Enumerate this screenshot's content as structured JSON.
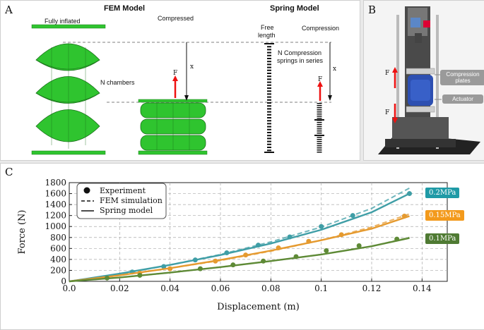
{
  "panels": {
    "a": "A",
    "b": "B",
    "c": "C"
  },
  "panel_a": {
    "fem_title": "FEM Model",
    "spring_title": "Spring Model",
    "fully_inflated": "Fully inflated",
    "compressed": "Compressed",
    "n_chambers": "N chambers",
    "free_length_1": "Free",
    "free_length_2": "length",
    "compression": "Compression",
    "springs_1": "N Compression",
    "springs_2": "springs in series",
    "force": "F",
    "displacement": "x"
  },
  "panel_b": {
    "force": "F",
    "compression_plates_1": "Compression",
    "compression_plates_2": "plates",
    "actuator": "Actuator"
  },
  "colors": {
    "fem_green": "#2fc42f",
    "series_02": "#3f9ea6",
    "series_015": "#e59a2f",
    "series_01": "#5e8a36",
    "badge_02": "#1f9aa6",
    "badge_015": "#f39a1c",
    "badge_01": "#4f7a33"
  },
  "chart_data": {
    "type": "line",
    "xlabel": "Displacement (m)",
    "ylabel": "Force (N)",
    "xlim": [
      0,
      0.15
    ],
    "ylim": [
      0,
      1800
    ],
    "xticks": [
      0.0,
      0.02,
      0.04,
      0.06,
      0.08,
      0.1,
      0.12,
      0.14
    ],
    "xtick_labels": [
      "0.0",
      "0.02",
      "0.04",
      "0.06",
      "0.08",
      "0.1",
      "0.12",
      "0.14"
    ],
    "yticks": [
      0,
      200,
      400,
      600,
      800,
      1000,
      1200,
      1400,
      1600,
      1800
    ],
    "grid": true,
    "legend": {
      "placement": "top-left",
      "entries": [
        "Experiment",
        "FEM simulation",
        "Spring model"
      ]
    },
    "series": [
      {
        "name": "0.2MPa",
        "color": "#3f9ea6",
        "experiment_x": [
          0.025,
          0.0375,
          0.05,
          0.0625,
          0.075,
          0.0875,
          0.1,
          0.1125,
          0.135
        ],
        "experiment_y": [
          170,
          270,
          390,
          520,
          660,
          810,
          1000,
          1200,
          1600
        ],
        "fem_x": [
          0.0,
          0.02,
          0.04,
          0.06,
          0.08,
          0.1,
          0.12,
          0.135
        ],
        "fem_y": [
          0,
          130,
          300,
          490,
          720,
          990,
          1330,
          1700
        ],
        "model_x": [
          0.0,
          0.02,
          0.04,
          0.06,
          0.08,
          0.1,
          0.12,
          0.135
        ],
        "model_y": [
          0,
          140,
          300,
          480,
          690,
          940,
          1260,
          1600
        ]
      },
      {
        "name": "0.15MPa",
        "color": "#e59a2f",
        "experiment_x": [
          0.028,
          0.04,
          0.058,
          0.07,
          0.083,
          0.095,
          0.108,
          0.133
        ],
        "experiment_y": [
          150,
          230,
          370,
          480,
          610,
          730,
          850,
          1190
        ],
        "fem_x": [
          0.0,
          0.02,
          0.04,
          0.06,
          0.08,
          0.1,
          0.12,
          0.135
        ],
        "fem_y": [
          0,
          110,
          240,
          380,
          550,
          750,
          990,
          1230
        ],
        "model_x": [
          0.0,
          0.02,
          0.04,
          0.06,
          0.08,
          0.1,
          0.12,
          0.135
        ],
        "model_y": [
          0,
          110,
          240,
          390,
          560,
          750,
          960,
          1190
        ]
      },
      {
        "name": "0.1MPa",
        "color": "#5e8a36",
        "experiment_x": [
          0.015,
          0.028,
          0.052,
          0.065,
          0.077,
          0.09,
          0.102,
          0.115,
          0.13
        ],
        "experiment_y": [
          60,
          110,
          230,
          300,
          370,
          450,
          560,
          650,
          770
        ],
        "fem_x": [
          0.0,
          0.02,
          0.04,
          0.06,
          0.08,
          0.1,
          0.12,
          0.135
        ],
        "fem_y": [
          0,
          70,
          160,
          260,
          370,
          490,
          640,
          800
        ],
        "model_x": [
          0.0,
          0.02,
          0.04,
          0.06,
          0.08,
          0.1,
          0.12,
          0.135
        ],
        "model_y": [
          0,
          70,
          160,
          260,
          370,
          490,
          640,
          790
        ]
      }
    ]
  }
}
